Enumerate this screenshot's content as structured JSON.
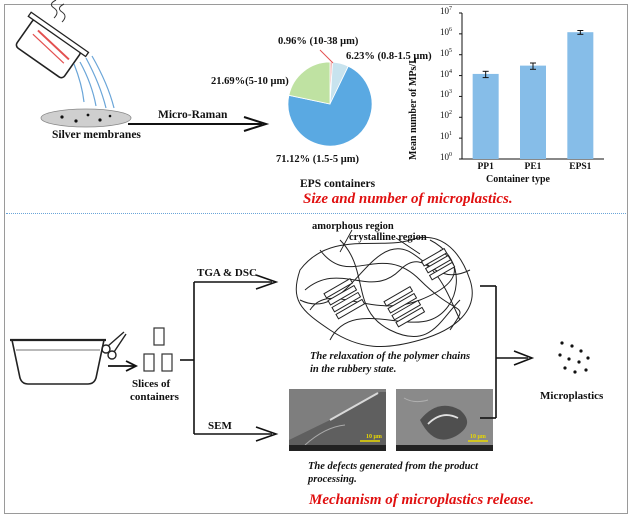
{
  "top": {
    "silver_membranes": "Silver membranes",
    "micro_raman": "Micro-Raman",
    "eps_containers": "EPS containers",
    "size_title": "Size and number of microplastics."
  },
  "pie": {
    "labels": [
      "0.96% (10-38 μm)",
      "6.23% (0.8-1.5 μm)",
      "21.69%(5-10 μm)",
      "71.12% (1.5-5 μm)"
    ],
    "colors": [
      "#f2b8b8",
      "#c8e3ee",
      "#bfe2a2",
      "#5aa9e2"
    ]
  },
  "chart_data": {
    "type": "bar",
    "categories": [
      "PP1",
      "PE1",
      "EPS1"
    ],
    "values": [
      12000,
      30000,
      1200000
    ],
    "errors": [
      4000,
      10000,
      250000
    ],
    "xlabel": "Container type",
    "ylabel": "Mean number of MPs/L",
    "scale": "log",
    "ylim": [
      1,
      10000000
    ],
    "yticks": [
      {
        "value": 1,
        "base": "10",
        "exp": "0"
      },
      {
        "value": 10,
        "base": "10",
        "exp": "1"
      },
      {
        "value": 100,
        "base": "10",
        "exp": "2"
      },
      {
        "value": 1000,
        "base": "10",
        "exp": "3"
      },
      {
        "value": 10000,
        "base": "10",
        "exp": "4"
      },
      {
        "value": 100000,
        "base": "10",
        "exp": "5"
      },
      {
        "value": 1000000,
        "base": "10",
        "exp": "6"
      },
      {
        "value": 10000000,
        "base": "10",
        "exp": "7"
      }
    ],
    "bar_color": "#86bde8"
  },
  "bottom": {
    "tga_dsc": "TGA & DSC",
    "sem": "SEM",
    "amorphous": "amorphous region",
    "crystalline": "crystalline region",
    "slices_line1": "Slices of",
    "slices_line2": "containers",
    "relaxation_line1": "The relaxation of the polymer chains",
    "relaxation_line2": "in the rubbery state.",
    "defects_line1": "The defects generated from the product",
    "defects_line2": "processing.",
    "microplastics": "Microplastics",
    "sem_scale1": "10 μm",
    "sem_scale2": "10 μm",
    "mechanism_title": "Mechanism of microplastics release."
  }
}
